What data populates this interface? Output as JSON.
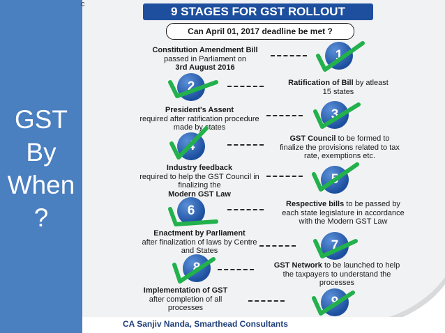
{
  "side_title": "GST\nBy\nWhen\n?",
  "banner": "9 STAGES FOR GST ROLLOUT",
  "subtitle": "Can April 01, 2017 deadline be met ?",
  "corner_mark": "c",
  "stages": [
    {
      "num": "1",
      "bold": "Constitution Amendment Bill",
      "rest": "passed in Parliament on",
      "tail_bold": "3rd August 2016"
    },
    {
      "num": "2",
      "bold": "Ratification of Bill",
      "rest": "by atleast 15 states"
    },
    {
      "num": "3",
      "bold": "President's Assent",
      "rest": "required after ratification procedure made by states"
    },
    {
      "num": "4",
      "bold": "GST Council",
      "rest": "to be formed to finalize the provisions related to tax rate, exemptions etc."
    },
    {
      "num": "5",
      "bold": "Industry feedback",
      "rest": "required to help the GST Council in finalizing the",
      "tail_bold": "Modern GST Law"
    },
    {
      "num": "6",
      "bold": "Respective bills",
      "rest": "to be passed by each state legislature in accordance with the Modern GST Law"
    },
    {
      "num": "7",
      "bold": "Enactment by Parliament",
      "rest": "after finalization of laws by Centre and States"
    },
    {
      "num": "8",
      "bold": "GST Network",
      "rest": "to be launched to help the taxpayers to understand the processes"
    },
    {
      "num": "9",
      "bold": "Implementation of GST",
      "rest": "after completion of all processes"
    }
  ],
  "footer": "CA Sanjiv Nanda, Smarthead Consultants",
  "colors": {
    "sidebar": "#4a7fc0",
    "banner": "#1d4f9e",
    "check": "#22b14c",
    "footer": "#1f3f7a"
  }
}
